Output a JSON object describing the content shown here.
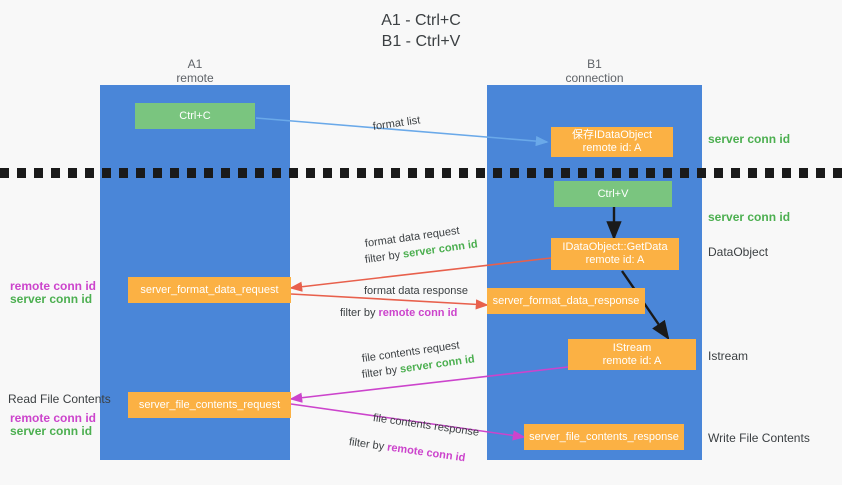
{
  "title": "A1 - Ctrl+C\nB1 - Ctrl+V",
  "columns": {
    "a": {
      "name": "A1",
      "role": "remote",
      "label": "A1\nremote"
    },
    "b": {
      "name": "B1",
      "role": "connection",
      "label": "B1\nconnection"
    }
  },
  "colors": {
    "lane": "#4a86d8",
    "box_green": "#7ac57f",
    "box_orange": "#fbb144",
    "server_conn_id": "#4caf50",
    "remote_conn_id": "#cc44cc",
    "arrow_blue": "#6aa9e9",
    "arrow_red": "#e8604c",
    "arrow_magenta": "#cc44cc",
    "arrow_black": "#1a1a1a",
    "divider": "#1a1a1a",
    "background": "#f8f8f8"
  },
  "boxes": {
    "ctrl_c": "Ctrl+C",
    "ctrl_v": "Ctrl+V",
    "idataobject_saved": "保存IDataObject\nremote id: A",
    "idataobject_getdata": "IDataObject::GetData\nremote id: A",
    "istream": "IStream\nremote id: A",
    "server_format_data_request": "server_format_data_request",
    "server_format_data_response": "server_format_data_response",
    "server_file_contents_request": "server_file_contents_request",
    "server_file_contents_response": "server_file_contents_response"
  },
  "right_labels": {
    "server_conn_id_top": "server conn id",
    "server_conn_id_paste": "server conn id",
    "dataobject": "DataObject",
    "istream": "Istream",
    "write_file_contents": "Write File Contents"
  },
  "left_labels": {
    "format_remote_conn_id": "remote conn id",
    "format_server_conn_id": "server conn id",
    "read_file_contents": "Read File Contents",
    "file_remote_conn_id": "remote conn id",
    "file_server_conn_id": "server conn id"
  },
  "annotations": {
    "format_list": "format list",
    "format_data_request": "format data request",
    "format_data_request_filter_prefix": "filter by ",
    "format_data_request_filter_value": "server conn id",
    "format_data_response": "format data response",
    "format_data_response_filter_prefix": "filter by ",
    "format_data_response_filter_value": "remote conn id",
    "file_contents_request": "file contents request",
    "file_contents_request_filter_prefix": "filter by ",
    "file_contents_request_filter_value": "server conn id",
    "file_contents_response": "file contents response",
    "file_contents_response_filter_prefix": "filter by ",
    "file_contents_response_filter_value": "remote conn id"
  }
}
